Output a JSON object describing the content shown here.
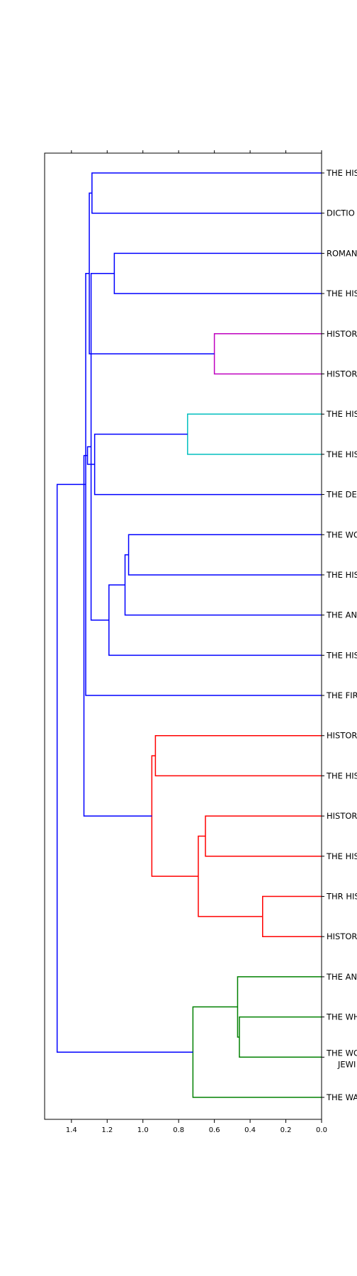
{
  "chart_data": {
    "type": "dendrogram",
    "orientation": "left",
    "title": "",
    "xlabel": "",
    "ylabel": "",
    "xlim": [
      1.55,
      0.0
    ],
    "xticks": [
      "1.4",
      "1.2",
      "1.0",
      "0.8",
      "0.6",
      "0.4",
      "0.2",
      "0.0"
    ],
    "colors": {
      "blue": "#0000ff",
      "magenta": "#bf00bf",
      "cyan": "#00bfbf",
      "red": "#ff0000",
      "green": "#008000",
      "frame": "#000000"
    },
    "leaves": [
      {
        "label": "THE HIS"
      },
      {
        "label": "DICTIO"
      },
      {
        "label": "ROMAN"
      },
      {
        "label": "THE HIS"
      },
      {
        "label": "HISTOR"
      },
      {
        "label": "HISTOR"
      },
      {
        "label": "THE HIS"
      },
      {
        "label": "THE HIS"
      },
      {
        "label": "THE DE"
      },
      {
        "label": "THE WO"
      },
      {
        "label": "THE HIS"
      },
      {
        "label": "THE AN"
      },
      {
        "label": "THE HIS"
      },
      {
        "label": "THE FIR"
      },
      {
        "label": "HISTOR"
      },
      {
        "label": "THE HIS"
      },
      {
        "label": "HISTOR"
      },
      {
        "label": "THE HIS"
      },
      {
        "label": "THR HIS"
      },
      {
        "label": "HISTOR"
      },
      {
        "label": "THE AN"
      },
      {
        "label": "THE WH"
      },
      {
        "label": "THE WO",
        "label2": "JEWI"
      },
      {
        "label": "THE WA"
      }
    ],
    "merges": [
      {
        "a": 4,
        "b": 5,
        "height": 0.6,
        "color": "magenta"
      },
      {
        "a": 6,
        "b": 7,
        "height": 0.75,
        "color": "cyan"
      },
      {
        "a": 18,
        "b": 19,
        "height": 0.33,
        "color": "red"
      },
      {
        "a": 16,
        "b": 17,
        "height": 0.65,
        "color": "red"
      },
      {
        "a": 14,
        "b": 15,
        "height": 0.93,
        "color": "red"
      },
      {
        "a": 21,
        "b": 22,
        "height": 0.46,
        "color": "green"
      },
      {
        "a": 20,
        "b": 29,
        "height": 0.47,
        "color": "green"
      },
      {
        "a": 27,
        "b": 26,
        "height": 0.69,
        "color": "red"
      },
      {
        "a": 30,
        "b": 23,
        "height": 0.72,
        "color": "green"
      },
      {
        "a": 28,
        "b": 31,
        "height": 0.95,
        "color": "red"
      },
      {
        "a": 9,
        "b": 10,
        "height": 1.08,
        "color": "blue"
      },
      {
        "a": 34,
        "b": 11,
        "height": 1.1,
        "color": "blue"
      },
      {
        "a": 2,
        "b": 3,
        "height": 1.16,
        "color": "blue"
      },
      {
        "a": 35,
        "b": 12,
        "height": 1.19,
        "color": "blue"
      },
      {
        "a": 25,
        "b": 8,
        "height": 1.27,
        "color": "blue"
      },
      {
        "a": 0,
        "b": 1,
        "height": 1.285,
        "color": "blue"
      },
      {
        "a": 37,
        "b": 36,
        "height": 1.29,
        "color": "blue"
      },
      {
        "a": 39,
        "b": 24,
        "height": 1.3,
        "color": "blue"
      },
      {
        "a": 38,
        "b": 40,
        "height": 1.31,
        "color": "blue"
      },
      {
        "a": 41,
        "b": 13,
        "height": 1.32,
        "color": "blue"
      },
      {
        "a": 42,
        "b": 33,
        "height": 1.33,
        "color": "blue"
      },
      {
        "a": 43,
        "b": 32,
        "height": 1.48,
        "color": "blue"
      }
    ]
  }
}
